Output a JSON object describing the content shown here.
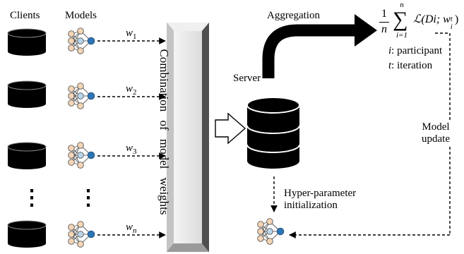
{
  "headers": {
    "clients": "Clients",
    "models": "Models"
  },
  "weights": [
    "w",
    "w",
    "w",
    "w"
  ],
  "weight_subscripts": [
    "1",
    "2",
    "3",
    "n"
  ],
  "vertical_dots": "⋮",
  "combination_label": "Combination of model weights",
  "server_label": "Server",
  "aggregation_label": "Aggregation",
  "formula": {
    "fraction_numerator": "1",
    "fraction_denominator": "n",
    "sum_symbol": "∑",
    "sum_upper": "n",
    "sum_lower": "i=1",
    "body": "ℒ(Di; w",
    "body_sub": "i",
    "body_sup": "t",
    "body_close": ")"
  },
  "legend": [
    {
      "symbol": "i",
      "text": ": participant"
    },
    {
      "symbol": "t",
      "text": ": iteration"
    }
  ],
  "model_update_label": [
    "Model",
    "update"
  ],
  "hyper_parameter_label": [
    "Hyper-parameter",
    "initialization"
  ],
  "colors": {
    "database_fill": "#000000",
    "node_peach": "#f5d5b5",
    "node_blue_light": "#b8d5ea",
    "node_blue_dark": "#2e75b6",
    "node_edge": "#555555",
    "panel_light": "#eeeeee",
    "panel_shadow": "#6e6e6e"
  }
}
